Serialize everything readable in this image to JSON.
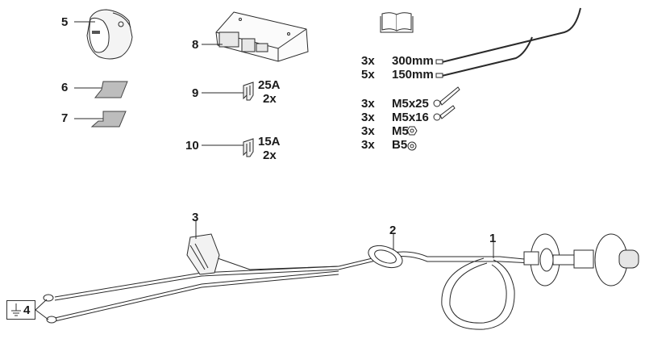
{
  "diagram": {
    "title": "Towbar wiring kit parts overview",
    "callouts": [
      {
        "id": "1",
        "label": "1",
        "part": "wiring harness"
      },
      {
        "id": "2",
        "label": "2",
        "part": "grommet"
      },
      {
        "id": "3",
        "label": "3",
        "part": "vehicle connector"
      },
      {
        "id": "4",
        "label": "4",
        "part": "ground eyelets"
      },
      {
        "id": "5",
        "label": "5",
        "part": "13-pin socket"
      },
      {
        "id": "6",
        "label": "6",
        "part": "adhesive pad"
      },
      {
        "id": "7",
        "label": "7",
        "part": "adhesive pad"
      },
      {
        "id": "8",
        "label": "8",
        "part": "control module"
      },
      {
        "id": "9",
        "label": "9",
        "part": "fuse"
      },
      {
        "id": "10",
        "label": "10",
        "part": "fuse"
      }
    ],
    "fuses": [
      {
        "rating": "25A",
        "qty": "2x"
      },
      {
        "rating": "15A",
        "qty": "2x"
      }
    ],
    "cable_ties": [
      {
        "qty": "3x",
        "size": "300mm"
      },
      {
        "qty": "5x",
        "size": "150mm"
      }
    ],
    "hardware": [
      {
        "qty": "3x",
        "size": "M5x25"
      },
      {
        "qty": "3x",
        "size": "M5x16"
      },
      {
        "qty": "3x",
        "size": "M5"
      },
      {
        "qty": "3x",
        "size": "B5"
      }
    ],
    "icons": {
      "manual": "open-book-icon",
      "ground": "ground-symbol-icon"
    }
  }
}
